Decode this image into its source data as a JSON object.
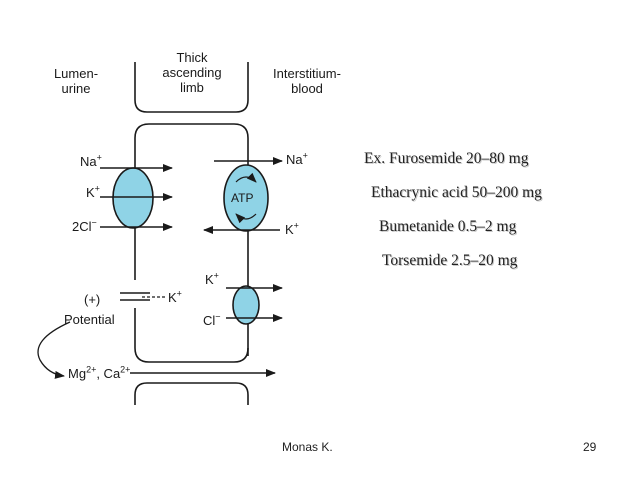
{
  "colors": {
    "pump_fill": "#8fd3e6",
    "line": "#1a1a1a",
    "text": "#222222"
  },
  "diagram": {
    "headers": {
      "lumen": [
        "Lumen-",
        "urine"
      ],
      "limb": [
        "Thick",
        "ascending",
        "limb"
      ],
      "interstitium": [
        "Interstitium-",
        "blood"
      ]
    },
    "labels": {
      "na_left": "Na",
      "na_left_sup": "+",
      "k_left": "K",
      "k_left_sup": "+",
      "cl_left": "2Cl",
      "cl_left_sup": "−",
      "na_right": "Na",
      "na_right_sup": "+",
      "k_right": "K",
      "k_right_sup": "+",
      "k_right2": "K",
      "k_right2_sup": "+",
      "cl_right": "Cl",
      "cl_right_sup": "−",
      "k_channel": "K",
      "k_channel_sup": "+",
      "plus": "(+)",
      "potential": "Potential",
      "mg": "Mg",
      "mg_sup": "2+",
      "ca": ", Ca",
      "ca_sup": "2+",
      "atp": "ATP"
    }
  },
  "drugs": [
    "Ex. Furosemide 20–80 mg",
    "Ethacrynic acid 50–200 mg",
    "Bumetanide 0.5–2 mg",
    "Torsemide 2.5–20 mg"
  ],
  "footer": {
    "author": "Monas K.",
    "page": "29"
  }
}
